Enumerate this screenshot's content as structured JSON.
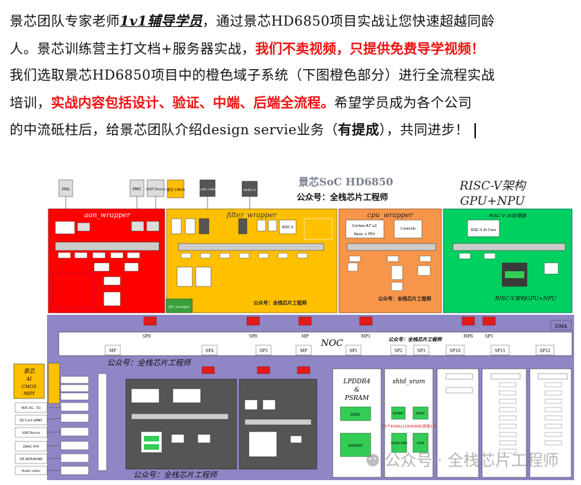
{
  "intro": {
    "l1_a": "景芯团队专家老师",
    "l1_emph": "1v1辅导学员",
    "l1_b": "，通过景芯HD6850项目实战让您快速超越同龄",
    "l2_a": "人。景芯训练营主打文档+服务器实战，",
    "l2_red": "我们不卖视频，只提供免费导学视频！",
    "l3": "我们选取景芯HD6850项目中的橙色域子系统（下图橙色部分）进行全流程实战",
    "l4_a": "培训，",
    "l4_red": "实战内容包括设计、验证、中端、后端全流程。",
    "l4_b": "希望学员成为各个公司",
    "l5_a": "的中流砥柱后，给景芯团队介绍design servie业务（",
    "l5_bold": "有提成",
    "l5_b": "），共同进步！"
  },
  "diagram": {
    "title": "景芯SoC HD6850",
    "wechat_header": "公众号：全栈芯片工程师",
    "riscv_title_1": "RISC-V架构",
    "riscv_title_2": "GPU+NPU",
    "ext_top": [
      "JTAG",
      "PMIC",
      "UART Device",
      "景芯 CMOS",
      "Audio codec",
      "Vedio In"
    ],
    "aon_label": "aon_wrapper",
    "filter_label": "filter_wrapper",
    "cpu_label": "cpu_wrapper",
    "ai_label": "RISC-V AI处理器",
    "ai_core": "RISC-V AI Core",
    "ai_caption": "RISC-V架构GPU+NPU",
    "cpu_core": "Cortex-A7 x2",
    "cpu_neon": "Neon + FPU",
    "cpu_corelink": "CoreLink",
    "cpu_caption": "公众号：全栈芯片工程师",
    "filter_riscv": "RISC-V",
    "filter_caption": "公众号：全栈芯片工程师",
    "dft_wrapper": "dft_wrapper",
    "dma": "DMA",
    "noc": "NOC",
    "noc_caption": "公众号：全栈芯片工程师",
    "bottom_caption": "公众号：全栈芯片工程师",
    "cpu_left_label": "公众号：全栈芯片工程师",
    "sp_top": [
      "SP8",
      "MP",
      "MP1",
      "MP6",
      "SP5"
    ],
    "sp_row": [
      "MP",
      "SP4",
      "SP3",
      "MP",
      "SP1",
      "SP2",
      "SP3",
      "SP10",
      "SP11",
      "SP12"
    ],
    "lpddr_title": [
      "LPDDR4",
      "&",
      "PSRAM"
    ],
    "lpddr_blocks": [
      "DDRC",
      "DDRPHY"
    ],
    "sram_title": "shtd_sram",
    "sram_blocks": [
      "SRAMC",
      "ROMC",
      "SRAM 4MB",
      "ROM"
    ],
    "sram_note": "16个4096x128(64KB)就是1M",
    "left_ai": [
      "景芯",
      "AI",
      "CMOS",
      "MIPI"
    ],
    "left_ext": [
      "WiFi 4G、5G",
      "SD Card eMMC",
      "USB Device",
      "EMAC PHY",
      "SPI NOR/NAND",
      "Audio codec"
    ],
    "watermark": "公众号 · 全栈芯片工程师"
  },
  "colors": {
    "aon": "#ff0000",
    "filter": "#ffc000",
    "cpu": "#f7964a",
    "ai": "#00d060",
    "purple": "#8e86c5",
    "green_block": "#33cc55",
    "noc_bus": "#ffffff",
    "sp_box": "#e31b1b"
  }
}
